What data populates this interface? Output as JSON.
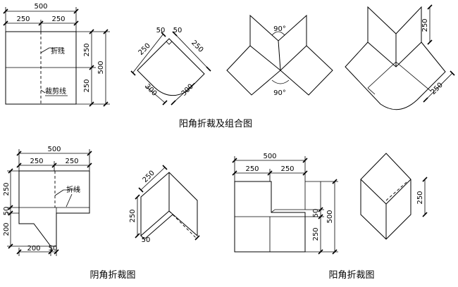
{
  "captions": {
    "top": "阳角折裁及组合图",
    "bottom_left": "阴角折裁图",
    "bottom_right": "阳角折裁图"
  },
  "labels": {
    "fold_line": "折线",
    "cut_line": "裁剪线",
    "angle_90": "90°"
  },
  "dims": {
    "d500": "500",
    "d250": "250",
    "d300": "300",
    "d200": "200",
    "d50": "50"
  }
}
